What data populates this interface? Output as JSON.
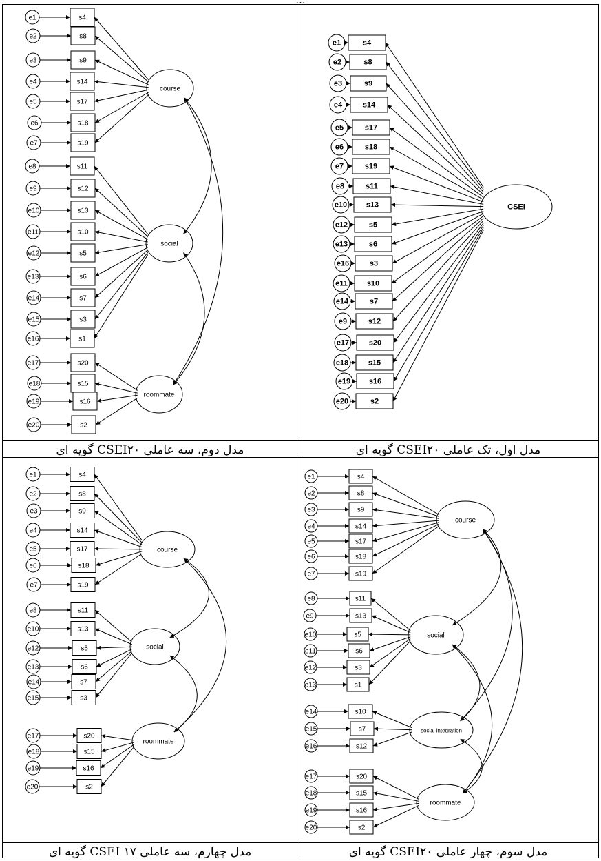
{
  "header_text": "...",
  "panels": [
    {
      "caption": "مدل دوم، سه عاملی CSEI۲۰ گویه ای",
      "factors": [
        "course",
        "social",
        "roommate"
      ],
      "items": [
        {
          "error": "e1",
          "item": "s4",
          "factor": "course"
        },
        {
          "error": "e2",
          "item": "s8",
          "factor": "course"
        },
        {
          "error": "e3",
          "item": "s9",
          "factor": "course"
        },
        {
          "error": "e4",
          "item": "s14",
          "factor": "course"
        },
        {
          "error": "e5",
          "item": "s17",
          "factor": "course"
        },
        {
          "error": "e6",
          "item": "s18",
          "factor": "course"
        },
        {
          "error": "e7",
          "item": "s19",
          "factor": "course"
        },
        {
          "error": "e8",
          "item": "s11",
          "factor": "social"
        },
        {
          "error": "e9",
          "item": "s12",
          "factor": "social"
        },
        {
          "error": "e10",
          "item": "s13",
          "factor": "social"
        },
        {
          "error": "e11",
          "item": "s10",
          "factor": "social"
        },
        {
          "error": "e12",
          "item": "s5",
          "factor": "social"
        },
        {
          "error": "e13",
          "item": "s6",
          "factor": "social"
        },
        {
          "error": "e14",
          "item": "s7",
          "factor": "social"
        },
        {
          "error": "e15",
          "item": "s3",
          "factor": "social"
        },
        {
          "error": "e16",
          "item": "s1",
          "factor": "social"
        },
        {
          "error": "e17",
          "item": "s20",
          "factor": "roommate"
        },
        {
          "error": "e18",
          "item": "s15",
          "factor": "roommate"
        },
        {
          "error": "e19",
          "item": "s16",
          "factor": "roommate"
        },
        {
          "error": "e20",
          "item": "s2",
          "factor": "roommate"
        }
      ]
    },
    {
      "caption": "مدل اول، تک عاملی CSEI۲۰ گویه ای",
      "factors": [
        "CSEI"
      ],
      "items": [
        {
          "error": "e1",
          "item": "s4",
          "factor": "CSEI"
        },
        {
          "error": "e2",
          "item": "s8",
          "factor": "CSEI"
        },
        {
          "error": "e3",
          "item": "s9",
          "factor": "CSEI"
        },
        {
          "error": "e4",
          "item": "s14",
          "factor": "CSEI"
        },
        {
          "error": "e5",
          "item": "s17",
          "factor": "CSEI"
        },
        {
          "error": "e6",
          "item": "s18",
          "factor": "CSEI"
        },
        {
          "error": "e7",
          "item": "s19",
          "factor": "CSEI"
        },
        {
          "error": "e8",
          "item": "s11",
          "factor": "CSEI"
        },
        {
          "error": "e10",
          "item": "s13",
          "factor": "CSEI"
        },
        {
          "error": "e12",
          "item": "s5",
          "factor": "CSEI"
        },
        {
          "error": "e13",
          "item": "s6",
          "factor": "CSEI"
        },
        {
          "error": "e16",
          "item": "s3",
          "factor": "CSEI"
        },
        {
          "error": "e11",
          "item": "s10",
          "factor": "CSEI"
        },
        {
          "error": "e14",
          "item": "s7",
          "factor": "CSEI"
        },
        {
          "error": "e9",
          "item": "s12",
          "factor": "CSEI"
        },
        {
          "error": "e17",
          "item": "s20",
          "factor": "CSEI"
        },
        {
          "error": "e18",
          "item": "s15",
          "factor": "CSEI"
        },
        {
          "error": "e19",
          "item": "s16",
          "factor": "CSEI"
        },
        {
          "error": "e20",
          "item": "s2",
          "factor": "CSEI"
        }
      ]
    },
    {
      "caption": "مدل چهارم، سه عاملی CSEI ۱۷ گویه ای",
      "factors": [
        "course",
        "social",
        "roommate"
      ],
      "items": [
        {
          "error": "e1",
          "item": "s4",
          "factor": "course"
        },
        {
          "error": "e2",
          "item": "s8",
          "factor": "course"
        },
        {
          "error": "e3",
          "item": "s9",
          "factor": "course"
        },
        {
          "error": "e4",
          "item": "s14",
          "factor": "course"
        },
        {
          "error": "e5",
          "item": "s17",
          "factor": "course"
        },
        {
          "error": "e6",
          "item": "s18",
          "factor": "course"
        },
        {
          "error": "e7",
          "item": "s19",
          "factor": "course"
        },
        {
          "error": "e8",
          "item": "s11",
          "factor": "social"
        },
        {
          "error": "e10",
          "item": "s13",
          "factor": "social"
        },
        {
          "error": "e12",
          "item": "s5",
          "factor": "social"
        },
        {
          "error": "e13",
          "item": "s6",
          "factor": "social"
        },
        {
          "error": "e14",
          "item": "s7",
          "factor": "social"
        },
        {
          "error": "e15",
          "item": "s3",
          "factor": "social"
        },
        {
          "error": "e17",
          "item": "s20",
          "factor": "roommate"
        },
        {
          "error": "e18",
          "item": "s15",
          "factor": "roommate"
        },
        {
          "error": "e19",
          "item": "s16",
          "factor": "roommate"
        },
        {
          "error": "e20",
          "item": "s2",
          "factor": "roommate"
        }
      ]
    },
    {
      "caption": "مدل سوم، چهار عاملی CSEI۲۰ گویه ای",
      "factors": [
        "course",
        "social",
        "social integration",
        "roommate"
      ],
      "items": [
        {
          "error": "e1",
          "item": "s4",
          "factor": "course"
        },
        {
          "error": "e2",
          "item": "s8",
          "factor": "course"
        },
        {
          "error": "e3",
          "item": "s9",
          "factor": "course"
        },
        {
          "error": "e4",
          "item": "s14",
          "factor": "course"
        },
        {
          "error": "e5",
          "item": "s17",
          "factor": "course"
        },
        {
          "error": "e6",
          "item": "s18",
          "factor": "course"
        },
        {
          "error": "e7",
          "item": "s19",
          "factor": "course"
        },
        {
          "error": "e8",
          "item": "s11",
          "factor": "social"
        },
        {
          "error": "e9",
          "item": "s13",
          "factor": "social"
        },
        {
          "error": "e10",
          "item": "s5",
          "factor": "social"
        },
        {
          "error": "e11",
          "item": "s6",
          "factor": "social"
        },
        {
          "error": "e12",
          "item": "s3",
          "factor": "social"
        },
        {
          "error": "e13",
          "item": "s1",
          "factor": "social"
        },
        {
          "error": "e14",
          "item": "s10",
          "factor": "social integration"
        },
        {
          "error": "e15",
          "item": "s7",
          "factor": "social integration"
        },
        {
          "error": "e16",
          "item": "s12",
          "factor": "social integration"
        },
        {
          "error": "e17",
          "item": "s20",
          "factor": "roommate"
        },
        {
          "error": "e18",
          "item": "s15",
          "factor": "roommate"
        },
        {
          "error": "e19",
          "item": "s16",
          "factor": "roommate"
        },
        {
          "error": "e20",
          "item": "s2",
          "factor": "roommate"
        }
      ]
    }
  ]
}
